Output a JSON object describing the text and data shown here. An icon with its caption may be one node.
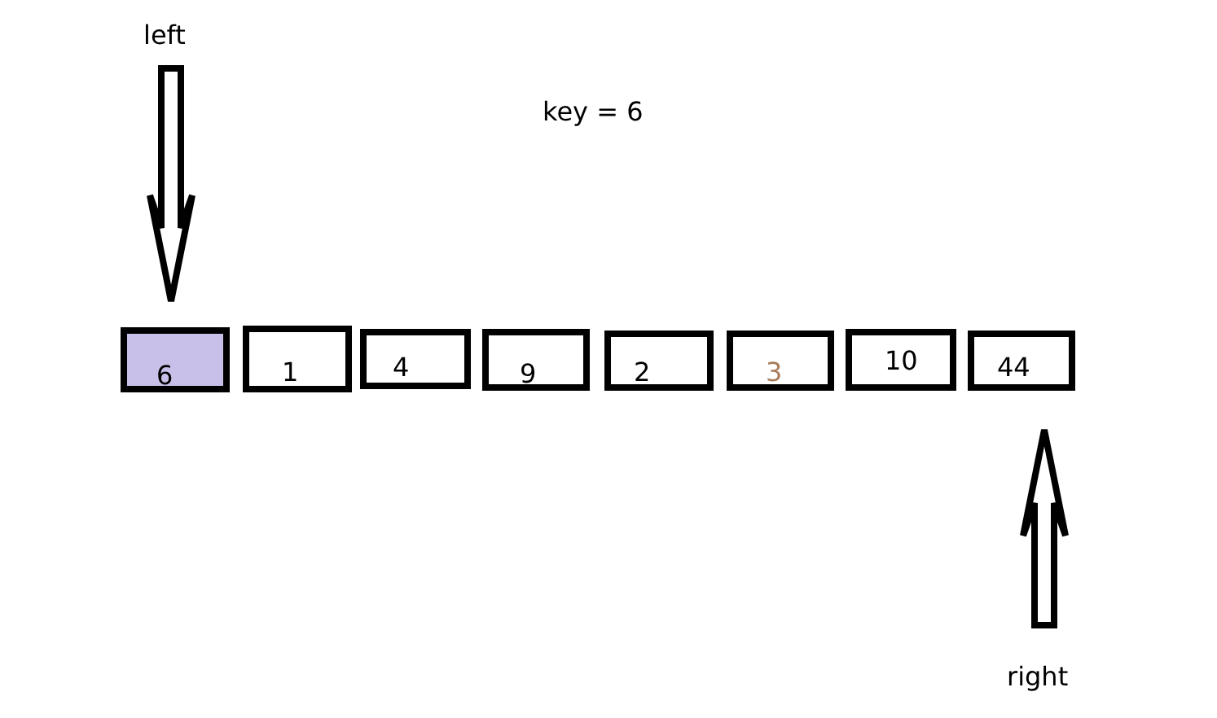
{
  "diagram": {
    "nodes": [
      {
        "text": [
          "left"
        ]
      },
      {
        "text": [
          "6"
        ]
      },
      {
        "text": [
          "1"
        ]
      },
      {
        "text": [
          "4"
        ]
      },
      {
        "text": [
          "9"
        ]
      },
      {
        "text": [
          "2"
        ]
      },
      {
        "text": [
          "3"
        ]
      },
      {
        "text": [
          "10"
        ]
      },
      {
        "text": [
          "44"
        ]
      },
      {
        "text": [
          "right"
        ]
      }
    ],
    "edges": [
      {
        "from": 0,
        "to": 1,
        "arrow": "to",
        "style": "thick"
      },
      {
        "from": 9,
        "to": 8,
        "arrow": "to",
        "style": "thick"
      }
    ],
    "labels": [
      "key = 6"
    ]
  }
}
